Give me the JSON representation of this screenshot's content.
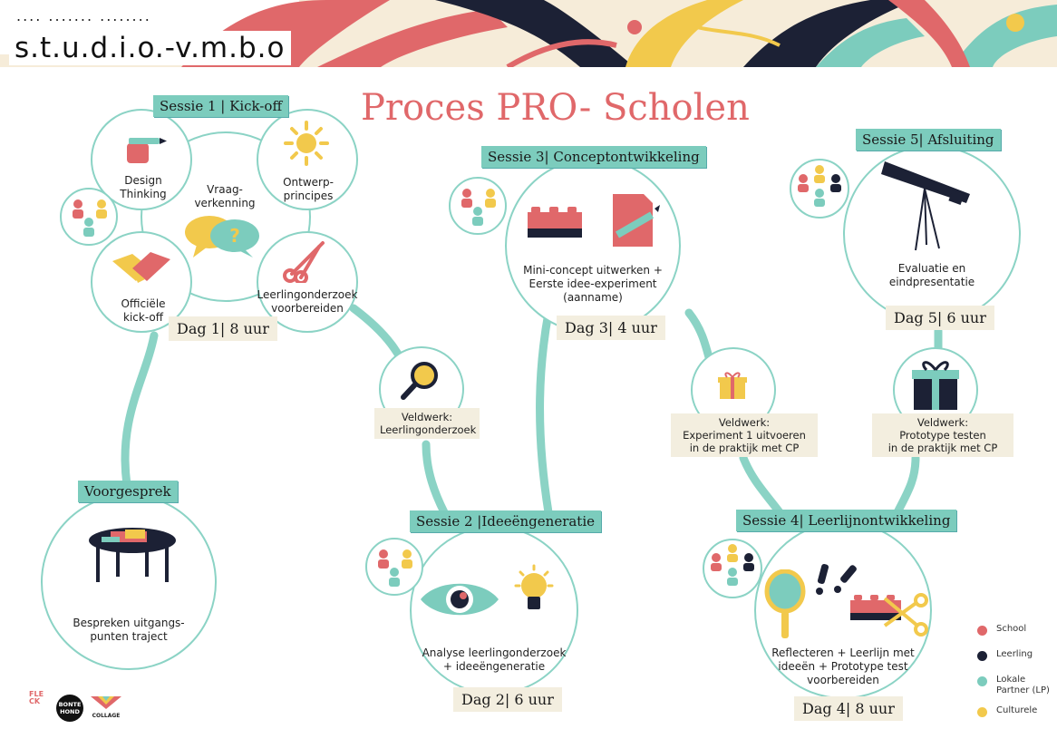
{
  "header": {
    "brand": "s.t.u.d.i.o.-v.m.b.o",
    "dots": "....  .......  ........"
  },
  "title": "Proces PRO- Scholen",
  "sessions": {
    "s1": {
      "tag": "Sessie 1 | Kick-off",
      "day": "Dag 1| 8 uur",
      "items": {
        "design": "Design\nThinking",
        "vraag": "Vraag-\nverkenning",
        "ontwerp": "Ontwerp-\nprincipes",
        "kickoff": "Officiële\nkick-off",
        "leerling": "Leerlingonderzoek\nvoorbereiden"
      }
    },
    "s2": {
      "tag": "Sessie 2 |Ideeëngeneratie",
      "day": "Dag 2| 6 uur",
      "text": "Analyse leerlingonderzoek\n+ ideeëngeneratie"
    },
    "s3": {
      "tag": "Sessie 3| Conceptontwikkeling",
      "day": "Dag 3| 4 uur",
      "text": "Mini-concept uitwerken +\nEerste idee-experiment\n(aanname)"
    },
    "s4": {
      "tag": "Sessie 4| Leerlijnontwikkeling",
      "day": "Dag 4| 8 uur",
      "text": "Reflecteren + Leerlijn met\nideeën +  Prototype test\nvoorbereiden"
    },
    "s5": {
      "tag": "Sessie 5| Afsluiting",
      "day": "Dag 5| 6 uur",
      "text": "Evaluatie en\neindpresentatie"
    }
  },
  "voorgesprek": {
    "tag": "Voorgesprek",
    "text": "Bespreken uitgangs-\npunten traject"
  },
  "veldwerk": {
    "v1": "Veldwerk:\nLeerlingonderzoek",
    "v2": "Veldwerk:\nExperiment 1 uitvoeren\nin de praktijk met CP",
    "v3": "Veldwerk:\nPrototype testen\nin de praktijk met CP"
  },
  "legend": [
    {
      "label": "School",
      "color": "#e0686a"
    },
    {
      "label": "Leerling",
      "color": "#1c2135"
    },
    {
      "label": "Lokale\nPartner (LP)",
      "color": "#7cccbd"
    },
    {
      "label": "Culturele",
      "color": "#f2c94c"
    }
  ],
  "logos": {
    "fleck": "FLECK",
    "bonte": "BONTE\nHOND",
    "collage": "COLLAGE"
  },
  "colors": {
    "coral": "#e0686a",
    "teal": "#7cccbd",
    "navy": "#1c2135",
    "yellow": "#f2c94c",
    "cream": "#f3eedf"
  }
}
